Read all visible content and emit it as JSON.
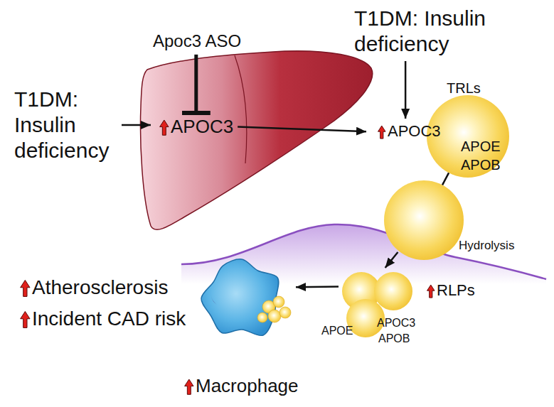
{
  "diagram": {
    "nodes": [
      {
        "text": [
          "T1DM: Insulin deficiency"
        ]
      },
      {
        "text": [
          "Apoc3 ASO"
        ]
      },
      {
        "text": [
          "APOC3"
        ]
      },
      {
        "text": [
          "T1DM: Insulin deficiency"
        ]
      },
      {
        "text": [
          "TRLs",
          "APOC3",
          "APOE",
          "APOB"
        ]
      },
      {
        "text": [
          "Hydrolysis"
        ]
      },
      {
        "text": [
          "RLPs",
          "APOE",
          "APOC3",
          "APOB"
        ]
      },
      {
        "text": [
          "Macrophage"
        ]
      }
    ],
    "edges": [
      {
        "from": 0,
        "to": 2,
        "arrow": "to"
      },
      {
        "from": 1,
        "to": 2,
        "arrow": "to"
      },
      {
        "from": 2,
        "to": 4,
        "arrow": "to"
      },
      {
        "from": 3,
        "to": 4,
        "arrow": "to"
      },
      {
        "from": 4,
        "to": 5,
        "arrow": "none"
      },
      {
        "from": 5,
        "to": 6,
        "arrow": "to"
      },
      {
        "from": 6,
        "to": 7,
        "arrow": "to"
      }
    ],
    "labels": [
      "Atherosclerosis",
      "Incident CAD risk"
    ]
  }
}
